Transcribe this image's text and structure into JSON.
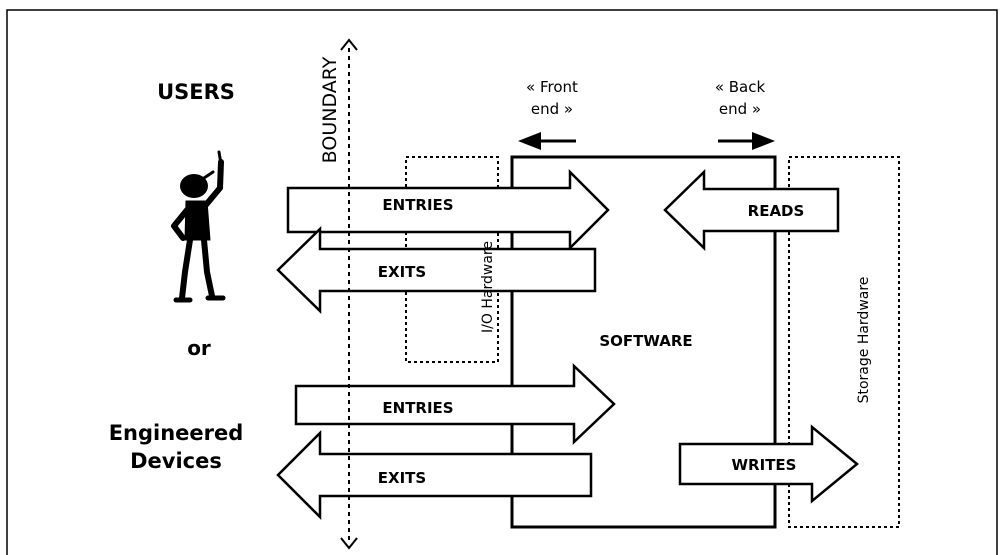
{
  "labels": {
    "users": "USERS",
    "or": "or",
    "engineered_line1": "Engineered",
    "engineered_line2": "Devices",
    "boundary": "BOUNDARY",
    "front_end_line1": "« Front",
    "front_end_line2": "end »",
    "back_end_line1": "« Back",
    "back_end_line2": "end »",
    "io_hardware": "I/O Hardware",
    "storage_hardware": "Storage Hardware",
    "software": "SOFTWARE"
  },
  "arrows": {
    "entries_top": "ENTRIES",
    "exits_top": "EXITS",
    "entries_bottom": "ENTRIES",
    "exits_bottom": "EXITS",
    "reads": "READS",
    "writes": "WRITES"
  },
  "colors": {
    "line": "#000000",
    "arrow_fill": "#ffffff",
    "background": "#ffffff"
  }
}
